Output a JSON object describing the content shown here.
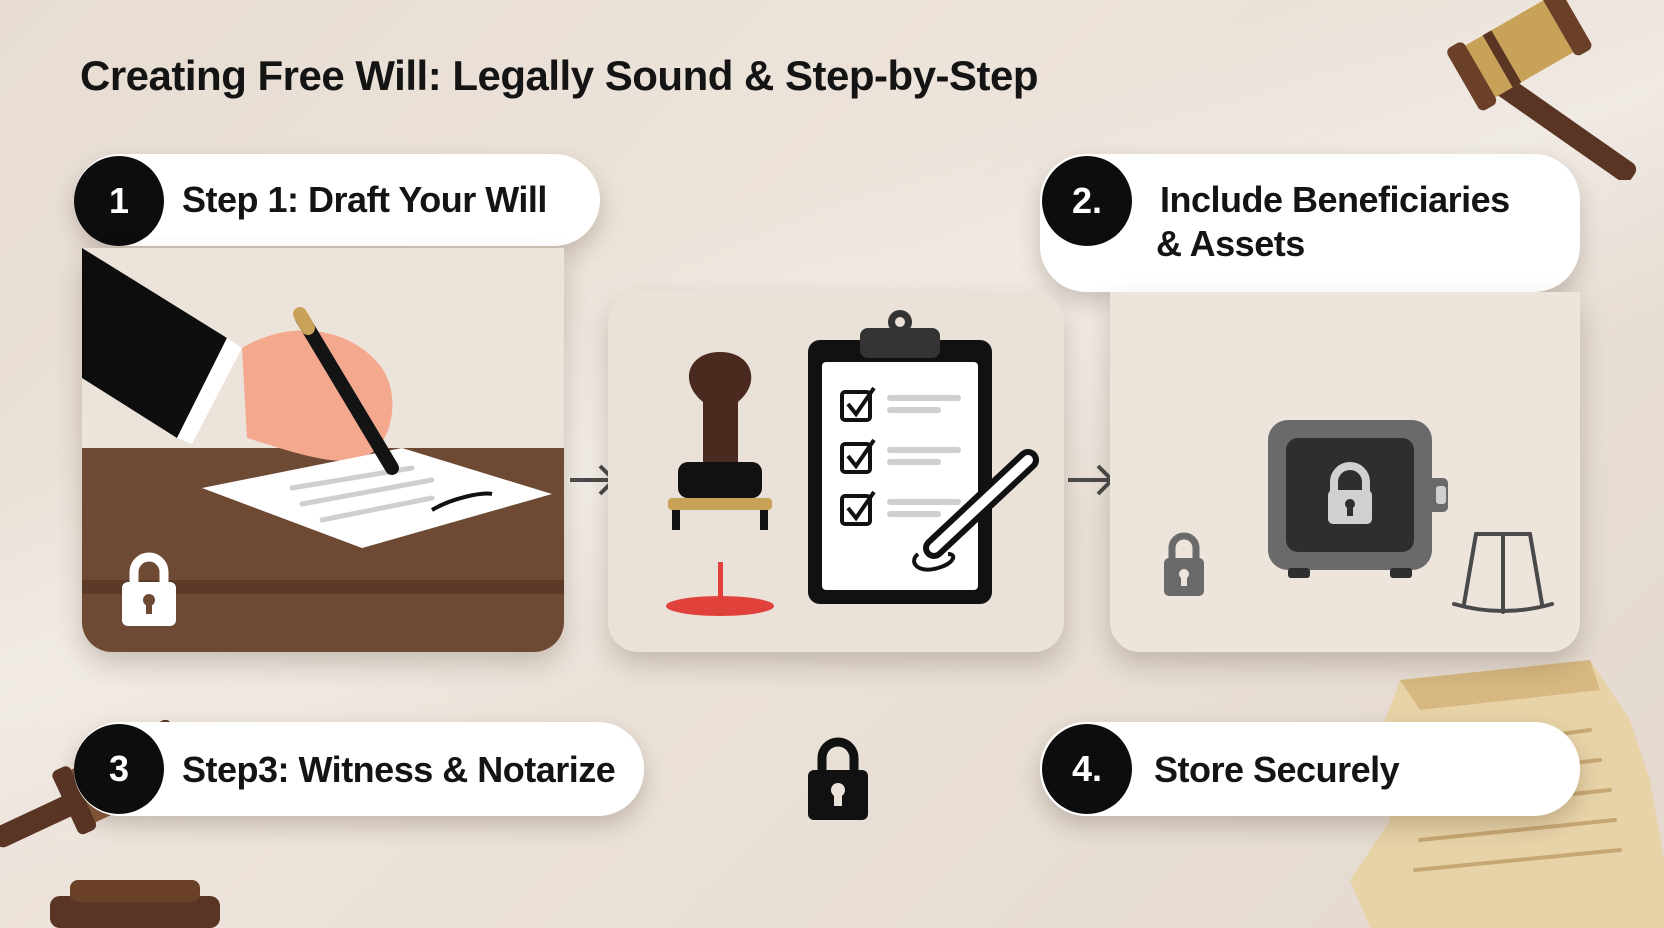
{
  "title": "Creating Free Will: Legally Sound & Step-by-Step",
  "steps": [
    {
      "number": "1",
      "label": "Step 1: Draft Your Will"
    },
    {
      "number": "2.",
      "label_line1": "Include Beneficiaries",
      "label_line2": "& Assets"
    },
    {
      "number": "3",
      "label": "Step3: Witness & Notarize"
    },
    {
      "number": "4.",
      "label": "Store Securely"
    }
  ],
  "colors": {
    "background": "#e9e0d7",
    "desk": "#6e4a34",
    "pill": "#ffffff",
    "number_circle": "#0d0d0d",
    "stamp_ink": "#e0413a",
    "gavel_wood": "#c9a25a"
  },
  "icons": [
    "hand-writing-icon",
    "padlock-icon",
    "stamp-icon",
    "checklist-clipboard-icon",
    "pen-icon",
    "safe-icon",
    "scales-of-justice-icon",
    "gavel-icon",
    "scroll-icon",
    "arrow-right-icon"
  ]
}
